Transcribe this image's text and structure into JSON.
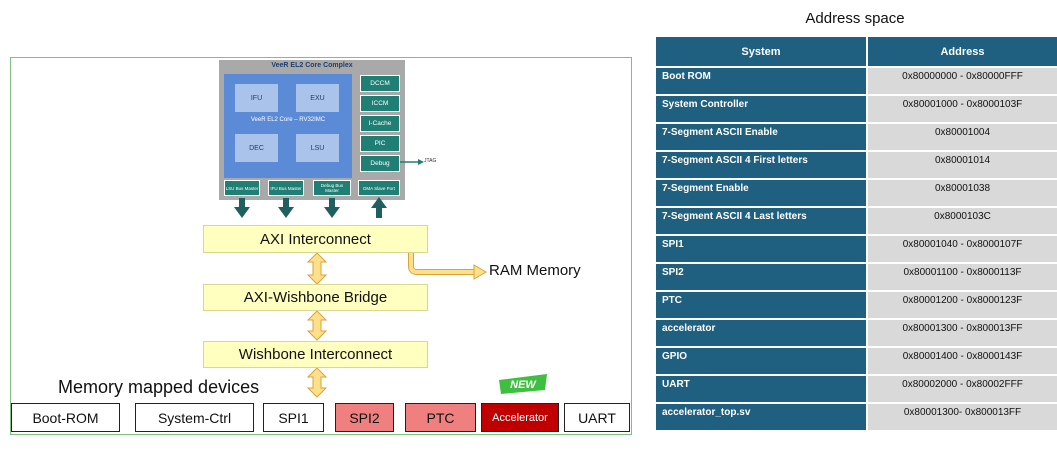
{
  "diagram": {
    "core_complex_title": "VeeR EL2 Core Complex",
    "core_label": "VeeR EL2 Core – RV32IMC",
    "units": [
      "IFU",
      "EXU",
      "DEC",
      "LSU"
    ],
    "side_blocks": [
      "DCCM",
      "ICCM",
      "I-Cache",
      "PIC",
      "Debug"
    ],
    "jtag": "JTAG",
    "ports": [
      "LSU Bus Master",
      "IFU Bus Master",
      "Debug Bus Master",
      "DMA Slave Port"
    ],
    "axi_interconnect": "AXI Interconnect",
    "ram_memory": "RAM Memory",
    "axi_wishbone_bridge": "AXI-Wishbone Bridge",
    "wishbone_interconnect": "Wishbone Interconnect",
    "memory_mapped_devices": "Memory mapped devices",
    "new_badge": "NEW",
    "devices": [
      "Boot-ROM",
      "System-Ctrl",
      "SPI1",
      "SPI2",
      "PTC",
      "Accelerator",
      "UART"
    ],
    "colors": {
      "frame": "#7fbf7f",
      "core_inner": "#5b8ad6",
      "side_block": "#1f7f74",
      "bus": "#ffffc0",
      "red_device": "#f08080",
      "accelerator": "#c00000"
    }
  },
  "address_space": {
    "title": "Address space",
    "headers": {
      "system": "System",
      "address": "Address"
    },
    "rows": [
      {
        "system": "Boot ROM",
        "address": "0x80000000 - 0x80000FFF"
      },
      {
        "system": "System Controller",
        "address": "0x80001000 - 0x8000103F"
      },
      {
        "system": "7-Segment ASCII  Enable",
        "address": "0x80001004"
      },
      {
        "system": "7-Segment ASCII 4 First letters",
        "address": "0x80001014"
      },
      {
        "system": "7-Segment Enable",
        "address": "0x80001038"
      },
      {
        "system": "7-Segment ASCII 4 Last letters",
        "address": "0x8000103C"
      },
      {
        "system": "SPI1",
        "address": "0x80001040 - 0x8000107F"
      },
      {
        "system": "SPI2",
        "address": "0x80001100 - 0x8000113F"
      },
      {
        "system": "PTC",
        "address": "0x80001200 - 0x8000123F"
      },
      {
        "system": "accelerator",
        "address": "0x80001300 - 0x800013FF"
      },
      {
        "system": "GPIO",
        "address": "0x80001400 - 0x8000143F"
      },
      {
        "system": "UART",
        "address": "0x80002000 - 0x80002FFF"
      },
      {
        "system": "accelerator_top.sv",
        "address": "0x80001300- 0x800013FF"
      }
    ],
    "colors": {
      "header": "#1f5f7f",
      "address_cell": "#d9d9d9"
    }
  }
}
